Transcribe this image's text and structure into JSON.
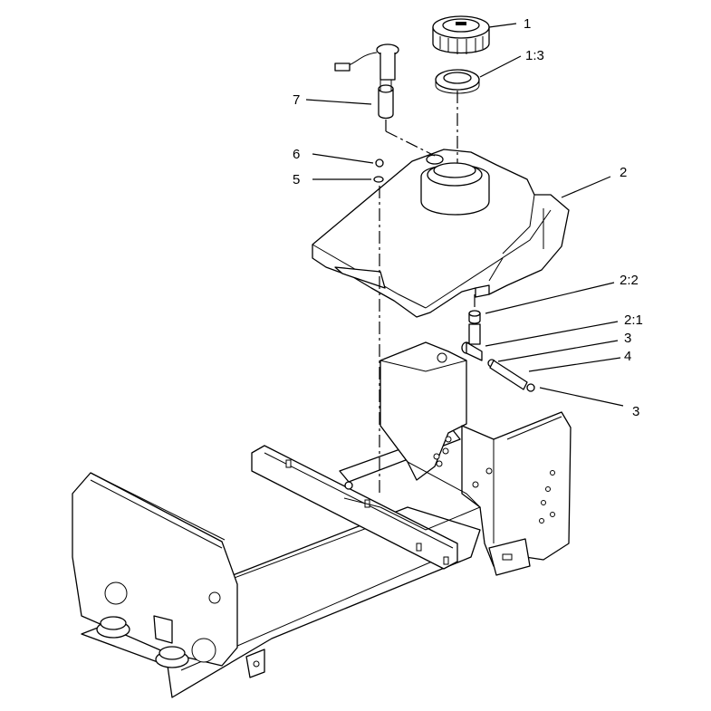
{
  "callouts": [
    {
      "id": "c1",
      "label": "1"
    },
    {
      "id": "c13",
      "label": "1:3"
    },
    {
      "id": "c7",
      "label": "7"
    },
    {
      "id": "c6",
      "label": "6"
    },
    {
      "id": "c5",
      "label": "5"
    },
    {
      "id": "c2",
      "label": "2"
    },
    {
      "id": "c22",
      "label": "2:2"
    },
    {
      "id": "c21",
      "label": "2:1"
    },
    {
      "id": "c3a",
      "label": "3"
    },
    {
      "id": "c4",
      "label": "4"
    },
    {
      "id": "c3b",
      "label": "3"
    }
  ]
}
